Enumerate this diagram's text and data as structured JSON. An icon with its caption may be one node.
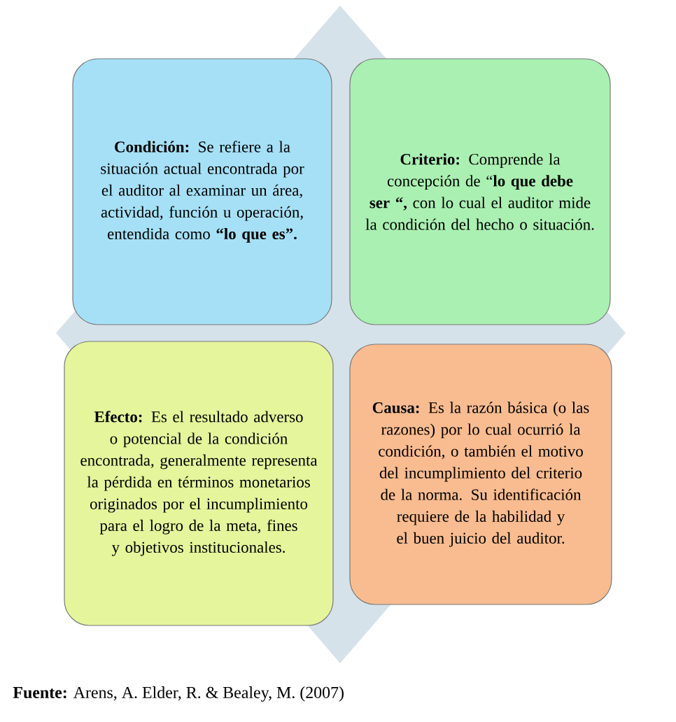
{
  "diagram": {
    "nodes": [
      {
        "text": [
          "**Condición:** Se refiere a la situación actual encontrada por el auditor al examinar un área, actividad, función u operación, entendida como **“lo que es”.**"
        ]
      },
      {
        "text": [
          "**Criterio:** Comprende la concepción de “**lo que debe ser “,** con lo cual el auditor mide la condición del hecho o situación."
        ]
      },
      {
        "text": [
          "**Efecto:** Es el resultado adverso o potencial de la condición encontrada, generalmente representa la pérdida en términos monetarios originados por el incumplimiento para el logro de la meta, fines y objetivos institucionales."
        ]
      },
      {
        "text": [
          "**Causa:** Es la razón básica (o las razones) por lo cual ocurrió la condición, o también el motivo del incumplimiento del criterio de la norma. Su identificación requiere de la habilidad y el buen juicio del auditor."
        ]
      }
    ],
    "caption": "**Fuente:** Arens, A. Elder, R. & Bealey, M. (2007)"
  }
}
